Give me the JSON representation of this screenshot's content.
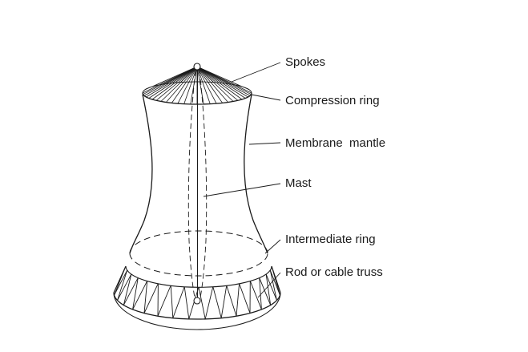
{
  "labels": {
    "spokes": "Spokes",
    "compression_ring": "Compression ring",
    "membrane_mantle": "Membrane  mantle",
    "mast": "Mast",
    "intermediate_ring": "Intermediate ring",
    "rod_or_cable_truss": "Rod or cable truss"
  },
  "colors": {
    "ink": "#1a1a1a",
    "paper": "#ffffff"
  }
}
